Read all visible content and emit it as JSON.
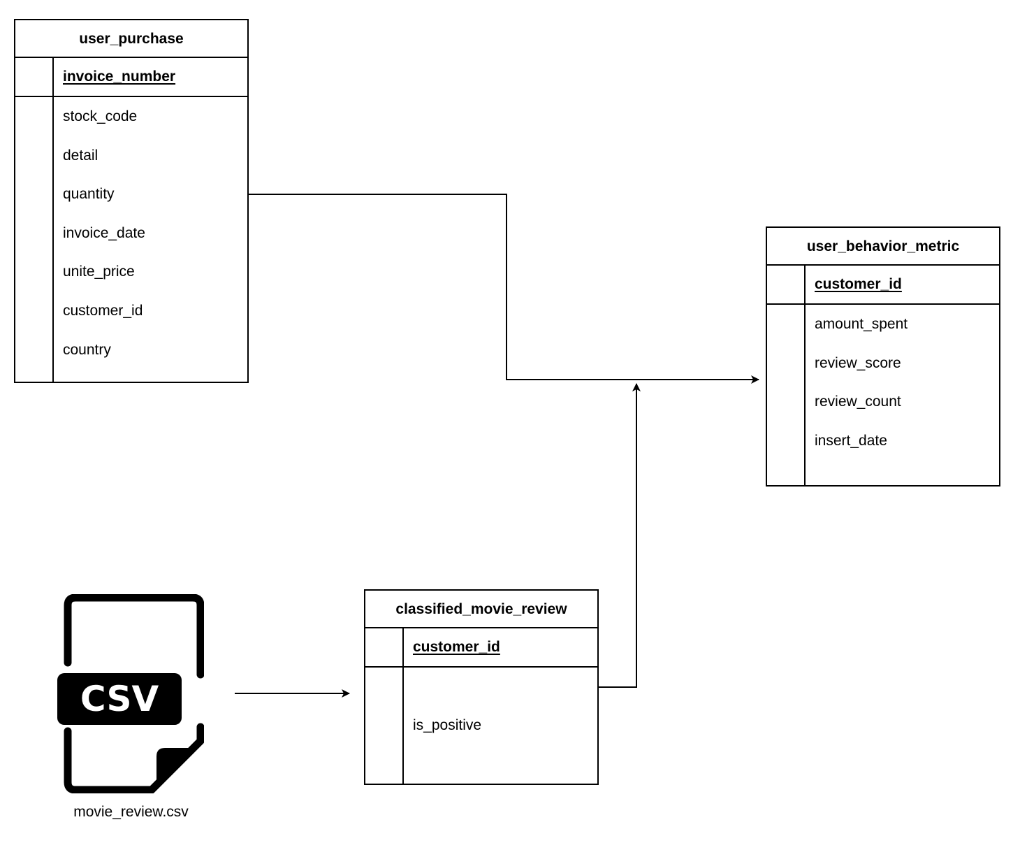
{
  "tables": {
    "user_purchase": {
      "title": "user_purchase",
      "primary_key": "invoice_number",
      "fields": [
        "stock_code",
        "detail",
        "quantity",
        "invoice_date",
        "unite_price",
        "customer_id",
        "country"
      ]
    },
    "user_behavior_metric": {
      "title": "user_behavior_metric",
      "primary_key": "customer_id",
      "fields": [
        "amount_spent",
        "review_score",
        "review_count",
        "insert_date"
      ]
    },
    "classified_movie_review": {
      "title": "classified_movie_review",
      "primary_key": "customer_id",
      "fields": [
        "is_positive"
      ]
    }
  },
  "csv_file": {
    "badge_text": "CSV",
    "caption": "movie_review.csv"
  }
}
